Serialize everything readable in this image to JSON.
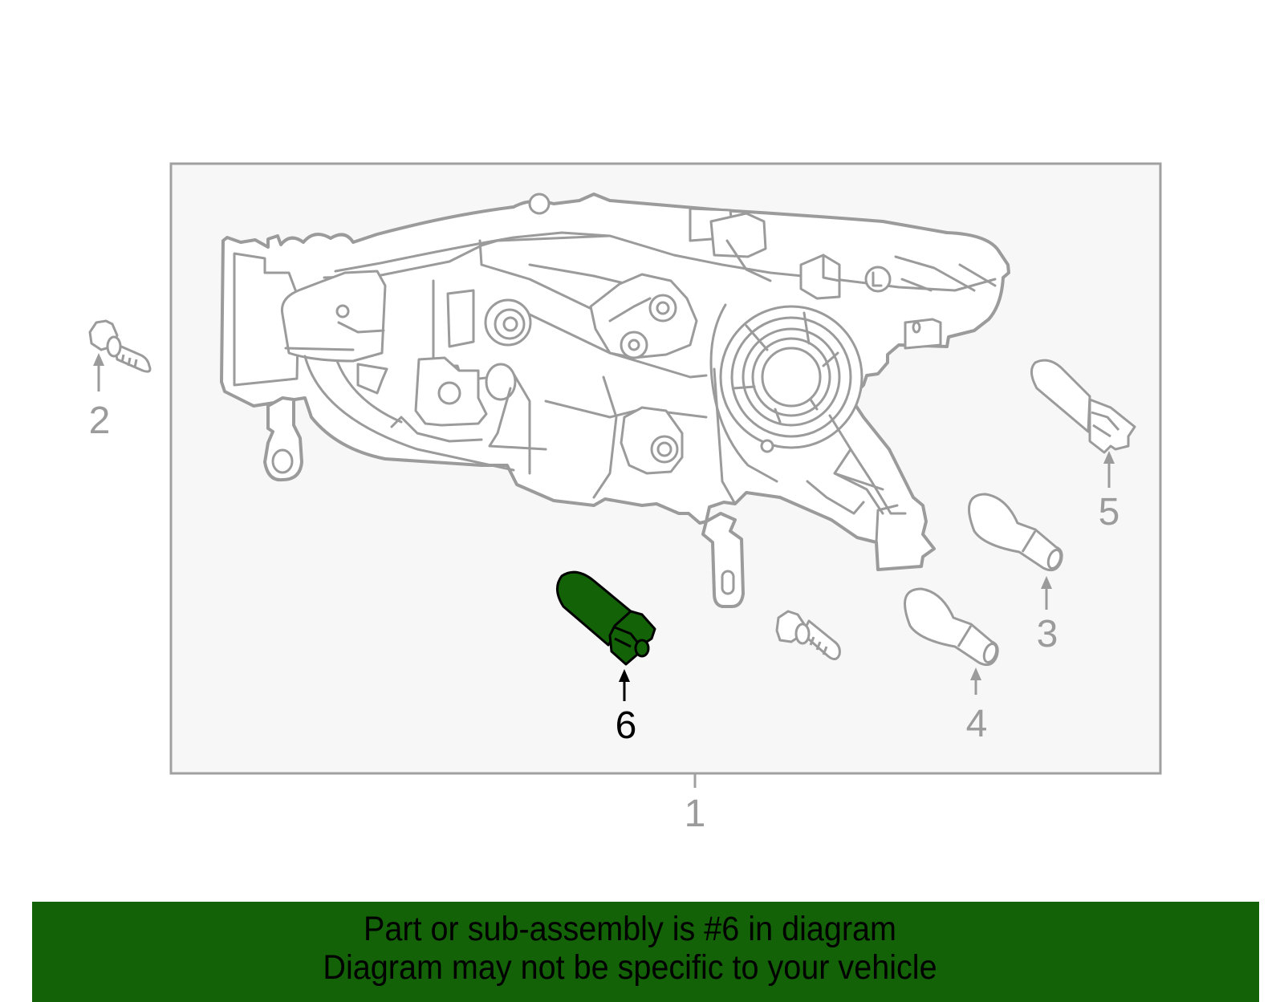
{
  "diagram": {
    "frame": {
      "background": "#f7f7f7",
      "border_color": "#a0a0a0"
    },
    "line_color": "#9b9b9b",
    "highlight_color": "#136207",
    "callouts": [
      {
        "number": "1",
        "part": "headlamp-assembly",
        "highlighted": false
      },
      {
        "number": "2",
        "part": "bolt",
        "highlighted": false
      },
      {
        "number": "3",
        "part": "bulb",
        "highlighted": false
      },
      {
        "number": "4",
        "part": "bulb",
        "highlighted": false
      },
      {
        "number": "5",
        "part": "wedge-bulb",
        "highlighted": false
      },
      {
        "number": "6",
        "part": "wedge-bulb",
        "highlighted": true
      }
    ]
  },
  "banner": {
    "background": "#136207",
    "line1": "Part or sub-assembly is #6 in diagram",
    "line2": "Diagram may not be specific to your vehicle"
  }
}
